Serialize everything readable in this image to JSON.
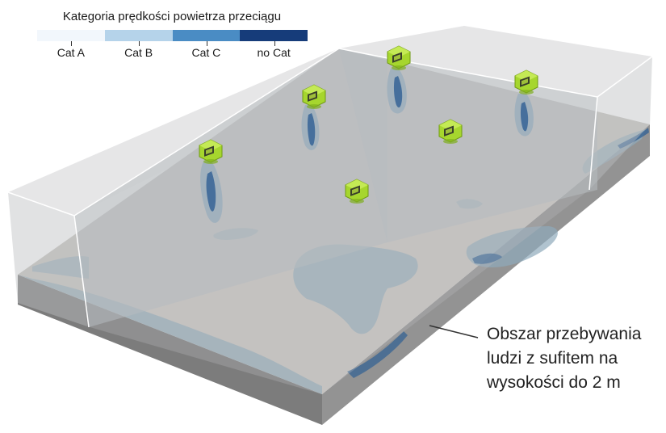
{
  "legend": {
    "title": "Kategoria prędkości powietrza przeciągu",
    "categories": [
      {
        "label": "Cat A",
        "color": "#f2f7fc"
      },
      {
        "label": "Cat B",
        "color": "#b5d3ea"
      },
      {
        "label": "Cat C",
        "color": "#4a8cc4"
      },
      {
        "label": "no Cat",
        "color": "#163c7a"
      }
    ]
  },
  "callout": {
    "lines": [
      "Obszar przebywania",
      "ludzi z sufitem na",
      "wysokości do 2 m"
    ]
  },
  "colors": {
    "floor": "#c7c5c0",
    "slab_side": "#7c7c7c",
    "slab_front": "#939393",
    "glass": "#bdbec0",
    "wall": "#b7bbc0",
    "contour_light": "#8fa9ba",
    "contour_dark": "#2f5f93",
    "unit_green": "#a6d62e"
  },
  "diffuser_icon": "hvac-unit-icon",
  "diffuser_count": 6
}
